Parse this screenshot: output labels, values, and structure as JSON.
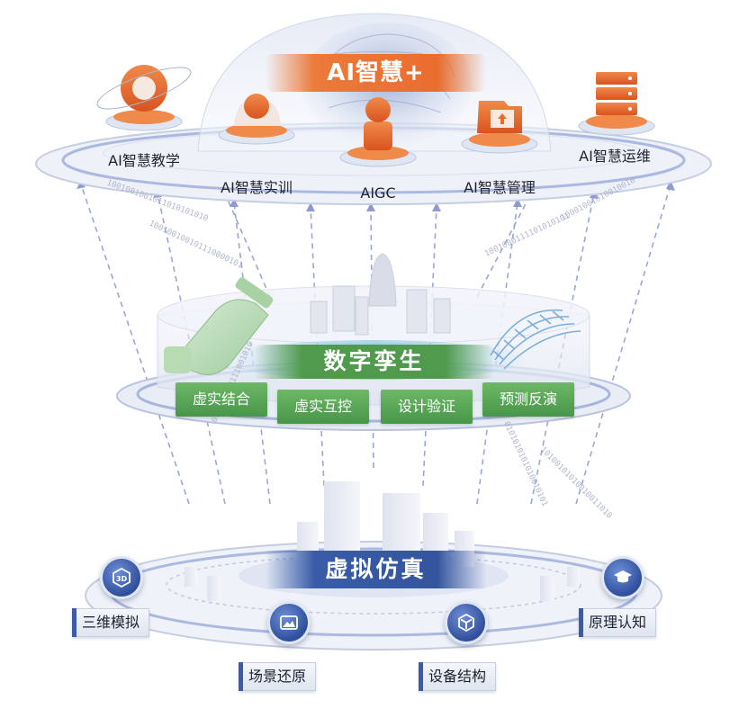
{
  "top_banner": "AI智慧+",
  "ai_modules": [
    {
      "label": "AI智慧教学"
    },
    {
      "label": "AI智慧实训"
    },
    {
      "label": "AIGC"
    },
    {
      "label": "AI智慧管理"
    },
    {
      "label": "AI智慧运维"
    }
  ],
  "twin_title": "数字孪生",
  "twin_items": [
    {
      "label": "虚实结合"
    },
    {
      "label": "虚实互控"
    },
    {
      "label": "设计验证"
    },
    {
      "label": "预测反演"
    }
  ],
  "sim_title": "虚拟仿真",
  "sim_items": [
    {
      "label": "三维模拟",
      "icon": "cube-3d-icon"
    },
    {
      "label": "场景还原",
      "icon": "scene-image-icon"
    },
    {
      "label": "设备结构",
      "icon": "device-structure-icon"
    },
    {
      "label": "原理认知",
      "icon": "graduation-cap-icon"
    }
  ],
  "binary_streams": [
    "1001001001011010101010",
    "100100100101110000101",
    "1001000111101010101",
    "10001001010010010",
    "010010010111001010",
    "0101010101010010101",
    "10100101010010011010"
  ],
  "colors": {
    "orange": "#ea6d2e",
    "green": "#4f9a4c",
    "blue": "#34559e"
  }
}
